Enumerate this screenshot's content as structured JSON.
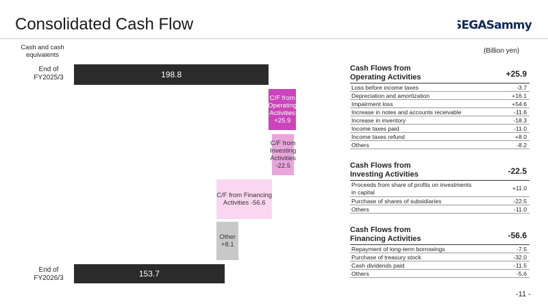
{
  "page": {
    "title": "Consolidated Cash Flow",
    "logo_text": "SEGASammy",
    "cash_label": "Cash and cash equivalents",
    "unit": "(Billion yen)",
    "page_number": "-11 -"
  },
  "waterfall": {
    "start": {
      "period": "End of FY2025/3",
      "value": 198.8,
      "label": "198.8"
    },
    "steps": [
      {
        "label": "C/F from Operating Activities +25.9",
        "value": 25.9,
        "color": "#cc44bb",
        "text_color": "#ffffff"
      },
      {
        "label": "C/F from Investing Activities -22.5",
        "value": -22.5,
        "color": "#e8a6dc",
        "text_color": "#333333"
      },
      {
        "label": "C/F from Financing Activities -56.6",
        "value": -56.6,
        "color": "#fbd6f1",
        "text_color": "#333333"
      },
      {
        "label": "Other +8.1",
        "value": 8.1,
        "color": "#c8c8c8",
        "text_color": "#333333"
      }
    ],
    "end": {
      "period": "End of FY2026/3",
      "value": 153.7,
      "label": "153.7"
    }
  },
  "tables": [
    {
      "title": "Cash Flows from Operating Activities",
      "total": "+25.9",
      "rows": [
        {
          "label": "Loss before income taxes",
          "value": "-3.7"
        },
        {
          "label": "Depreciation and amortization",
          "value": "+16.1"
        },
        {
          "label": "Impairment loss",
          "value": "+54.6"
        },
        {
          "label": "Increase in notes and accounts receivable",
          "value": "-11.6"
        },
        {
          "label": "Increase in inventory",
          "value": "-18.3"
        },
        {
          "label": "Income taxes paid",
          "value": "-11.0"
        },
        {
          "label": "Income taxes refund",
          "value": "+8.0"
        },
        {
          "label": "Others",
          "value": "-8.2"
        }
      ]
    },
    {
      "title": "Cash Flows from Investing Activities",
      "total": "-22.5",
      "rows": [
        {
          "label": "Proceeds from share of profits on investments in capital",
          "value": "+11.0"
        },
        {
          "label": "Purchase of shares of subsidiaries",
          "value": "-22.5"
        },
        {
          "label": "Others",
          "value": "-11.0"
        }
      ]
    },
    {
      "title": "Cash Flows from Financing Activities",
      "total": "-56.6",
      "rows": [
        {
          "label": "Repayment of long-term borrowings",
          "value": "-7.5"
        },
        {
          "label": "Purchase of treasury stock",
          "value": "-32.0"
        },
        {
          "label": "Cash dividends paid",
          "value": "-11.5"
        },
        {
          "label": "Others",
          "value": "-5.6"
        }
      ]
    }
  ]
}
